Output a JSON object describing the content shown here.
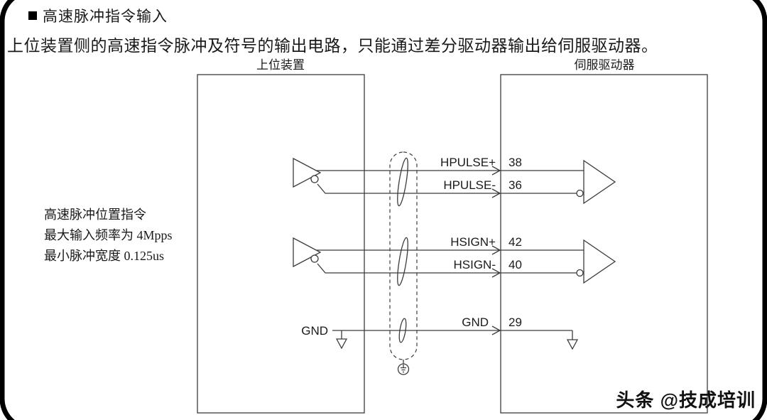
{
  "header": {
    "title": "高速脉冲指令输入",
    "description": "上位装置侧的高速指令脉冲及符号的输出电路，只能通过差分驱动器输出给伺服驱动器。"
  },
  "note": {
    "line1": "高速脉冲位置指令",
    "line2": "最大输入频率为 4Mpps",
    "line3": "最小脉冲宽度 0.125us"
  },
  "boxes": {
    "left_label": "上位装置",
    "right_label": "伺服驱动器"
  },
  "signals": [
    {
      "name": "HPULSE+",
      "pin": "38"
    },
    {
      "name": "HPULSE-",
      "pin": "36"
    },
    {
      "name": "HSIGN+",
      "pin": "42"
    },
    {
      "name": "HSIGN-",
      "pin": "40"
    }
  ],
  "gnd": {
    "left_label": "GND",
    "right_label": "GND",
    "pin": "29"
  },
  "watermark": "头条 @技成培训",
  "colors": {
    "stroke": "#3c3c3c",
    "text": "#1a1a1a",
    "frame": "#000000",
    "background": "#ffffff"
  }
}
